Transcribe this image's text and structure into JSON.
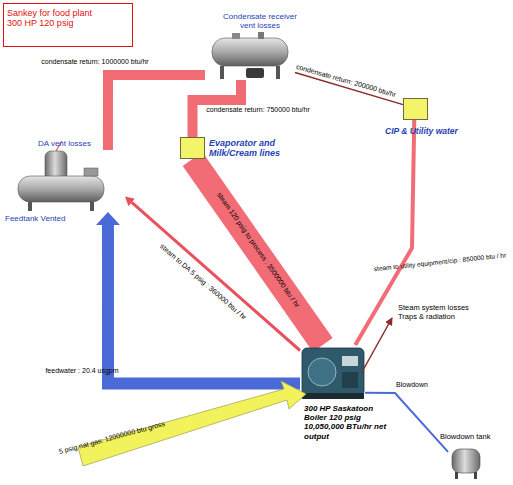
{
  "diagram": {
    "title": "Sankey for food plant 300 HP 120 psig",
    "nodes": [
      {
        "text": [
          "Condensate receiver vent losses"
        ]
      },
      {
        "text": [
          "DA vent losses",
          "Feedtank Vented"
        ]
      },
      {
        "text": [
          "Evaporator and Milk/Cream lines"
        ]
      },
      {
        "text": [
          "CIP & Utility water"
        ]
      },
      {
        "text": [
          "300 HP Saskatoon Boiler 120 psig 10,050,000 BTu/hr net output"
        ]
      },
      {
        "text": [
          "Blowdown tank"
        ]
      }
    ],
    "edges": [
      {
        "from": 4,
        "to": 2,
        "arrow": "none",
        "label": "steam 120 psig to process : 3500000 btu / hr"
      },
      {
        "from": 4,
        "to": 1,
        "arrow": "to",
        "label": "steam to DA 5 psig : 360000 btu / hr"
      },
      {
        "from": 4,
        "to": 3,
        "arrow": "none",
        "label": "steam to utility equipment/cip : 850000 btu / hr"
      },
      {
        "from": 2,
        "to": 0,
        "arrow": "none",
        "label": "condensate return: 750000 btu/hr"
      },
      {
        "from": 3,
        "to": 0,
        "arrow": "none",
        "label": "condensate return: 200000 btu/hr"
      },
      {
        "from": 0,
        "to": 1,
        "arrow": "none",
        "label": "condensate return: 1000000 btu/hr"
      },
      {
        "from": 4,
        "to": 1,
        "arrow": "to",
        "label": "feedwater : 20.4 usgpm"
      },
      {
        "from": 4,
        "to": 5,
        "arrow": "none",
        "label": "Blowdown"
      }
    ],
    "labels": [
      "Steam system losses Traps & radiation",
      "5 psig nat gas: 12000000 btu gross"
    ]
  }
}
